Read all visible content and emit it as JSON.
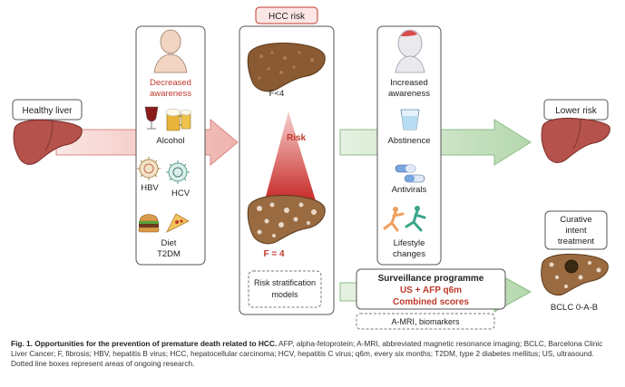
{
  "labels": {
    "healthy_liver": "Healthy liver",
    "hcc_risk": "HCC risk",
    "decreased": "Decreased",
    "awareness": "awareness",
    "alcohol": "Alcohol",
    "hbv": "HBV",
    "hcv": "HCV",
    "diet": "Diet",
    "t2dm": "T2DM",
    "f_lt4": "F<4",
    "risk": "Risk",
    "f_eq4": "F = 4",
    "risk_strat_1": "Risk stratification",
    "risk_strat_2": "models",
    "increased": "Increased",
    "awareness2": "awareness",
    "abstinence": "Abstinence",
    "antivirals": "Antivirals",
    "lifestyle": "Lifestyle",
    "changes": "changes",
    "lower_risk": "Lower risk",
    "curative_1": "Curative",
    "curative_2": "intent",
    "curative_3": "treatment",
    "surveillance_title": "Surveillance programme",
    "surveillance_us": "US + AFP q6m",
    "surveillance_scores": "Combined scores",
    "amri": "A-MRI, biomarkers",
    "bclc": "BCLC 0-A-B"
  },
  "caption": {
    "bold": "Fig. 1. Opportunities for the prevention of premature death related to HCC.",
    "text": " AFP, alpha-fetoprotein; A-MRI, abbreviated magnetic resonance imaging; BCLC, Barcelona Clinic Liver Cancer; F, fibrosis; HBV, hepatitis B virus; HCC, hepatocellular carcinoma; HCV, hepatitis C virus; q6m, every six months; T2DM, type 2 diabetes mellitus; US, ultrasound. Dotted line boxes represent areas of ongoing research."
  },
  "colors": {
    "red_accent": "#c0392b",
    "pink_arrow": "#f4c9c6",
    "green_arrow": "#c9e3c4",
    "healthy_liver": "#b5524c",
    "cirrhotic_liver": "#8a5a32"
  },
  "icons": [
    "head-icon",
    "wine-icon",
    "beer-icon",
    "virus-icon",
    "burger-icon",
    "pizza-icon",
    "water-glass-icon",
    "pill-icon",
    "runners-icon",
    "liver-icon"
  ]
}
